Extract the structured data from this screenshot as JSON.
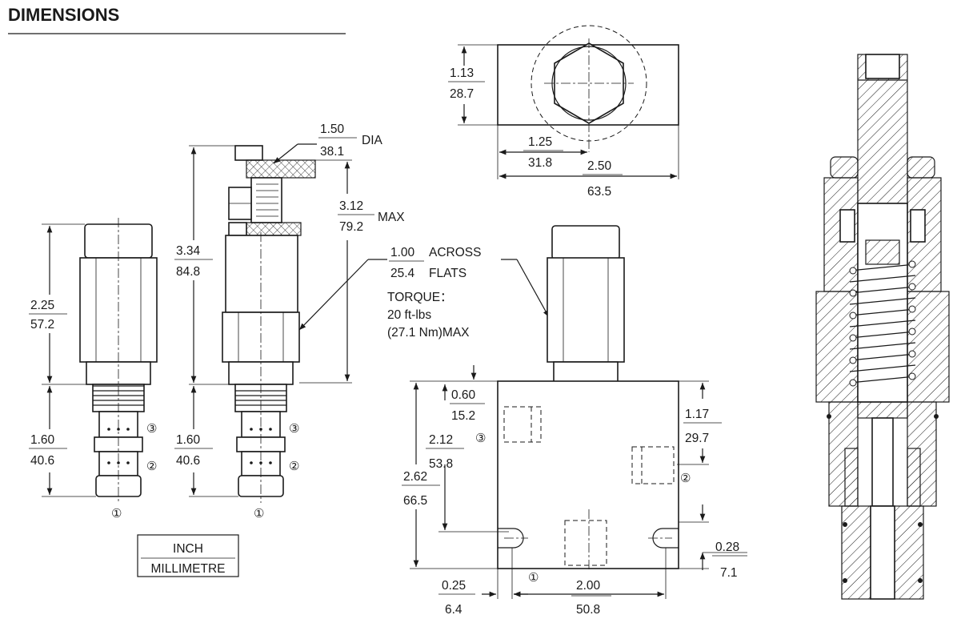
{
  "title": "DIMENSIONS",
  "units_legend": {
    "top": "INCH",
    "bottom": "MILLIMETRE"
  },
  "side_view_left": {
    "height_upper": {
      "inch": "2.25",
      "mm": "57.2"
    },
    "height_lower": {
      "inch": "1.60",
      "mm": "40.6"
    },
    "ports": [
      "③",
      "②",
      "①"
    ]
  },
  "side_view_adjust": {
    "overall_height": {
      "inch": "3.34",
      "mm": "84.8"
    },
    "lower_height": {
      "inch": "1.60",
      "mm": "40.6"
    },
    "knob_dia": {
      "inch": "1.50",
      "mm": "38.1",
      "suffix": "DIA"
    },
    "max_height": {
      "inch": "3.12",
      "mm": "79.2",
      "suffix": "MAX"
    },
    "ports": [
      "③",
      "②",
      "①"
    ]
  },
  "hex_note": {
    "across_flats": {
      "inch": "1.00",
      "mm": "25.4",
      "line1": "ACROSS",
      "line2": "FLATS"
    },
    "torque_label": "TORQUE：",
    "torque_value": "20 ft-lbs",
    "torque_metric": "(27.1 Nm)MAX"
  },
  "top_view": {
    "height": {
      "inch": "1.13",
      "mm": "28.7"
    },
    "center_offset": {
      "inch": "1.25",
      "mm": "31.8"
    },
    "width": {
      "inch": "2.50",
      "mm": "63.5"
    }
  },
  "body_view": {
    "port3_depth": {
      "inch": "0.60",
      "mm": "15.2"
    },
    "port2_depth": {
      "inch": "1.17",
      "mm": "29.7"
    },
    "hole_depth": {
      "inch": "2.12",
      "mm": "53.8"
    },
    "overall_height": {
      "inch": "2.62",
      "mm": "66.5"
    },
    "hole_offset": {
      "inch": "0.28",
      "mm": "7.1"
    },
    "edge_offset": {
      "inch": "0.25",
      "mm": "6.4"
    },
    "hole_spacing": {
      "inch": "2.00",
      "mm": "50.8"
    },
    "ports": {
      "p3": "③",
      "p2": "②",
      "p1": "①"
    }
  }
}
